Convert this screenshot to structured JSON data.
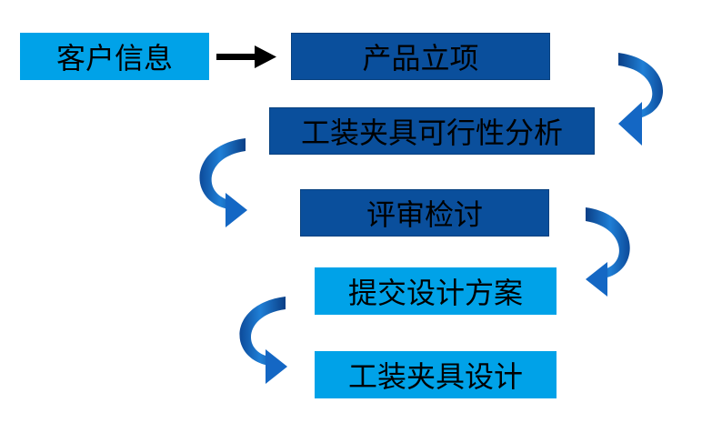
{
  "steps": [
    {
      "label": "客户信息"
    },
    {
      "label": "产品立项"
    },
    {
      "label": "工装夹具可行性分析"
    },
    {
      "label": "评审检讨"
    },
    {
      "label": "提交设计方案"
    },
    {
      "label": "工装夹具设计"
    }
  ],
  "colors": {
    "light_box": "#00a2e8",
    "dark_box": "#0a4f9c",
    "arrow": "#1565c0",
    "connector": "#000000"
  }
}
